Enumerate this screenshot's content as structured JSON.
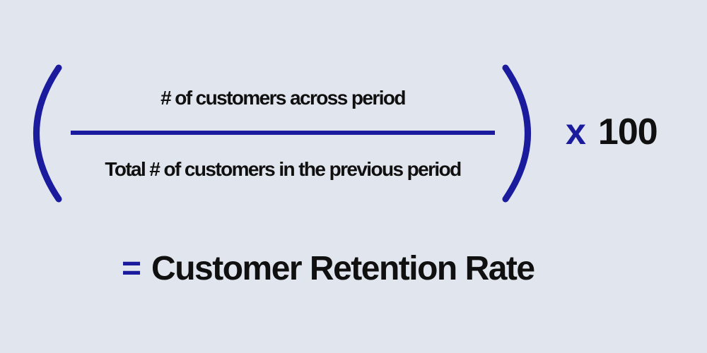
{
  "colors": {
    "background": "#e1e5ed",
    "accent": "#1b1b9e",
    "ink": "#101010"
  },
  "formula": {
    "numerator": "# of customers across period",
    "denominator": "Total # of customers in the previous period",
    "multiply_operator": "x",
    "multiplier_value": "100",
    "equals_sign": "=",
    "result_label": "Customer Retention Rate"
  }
}
